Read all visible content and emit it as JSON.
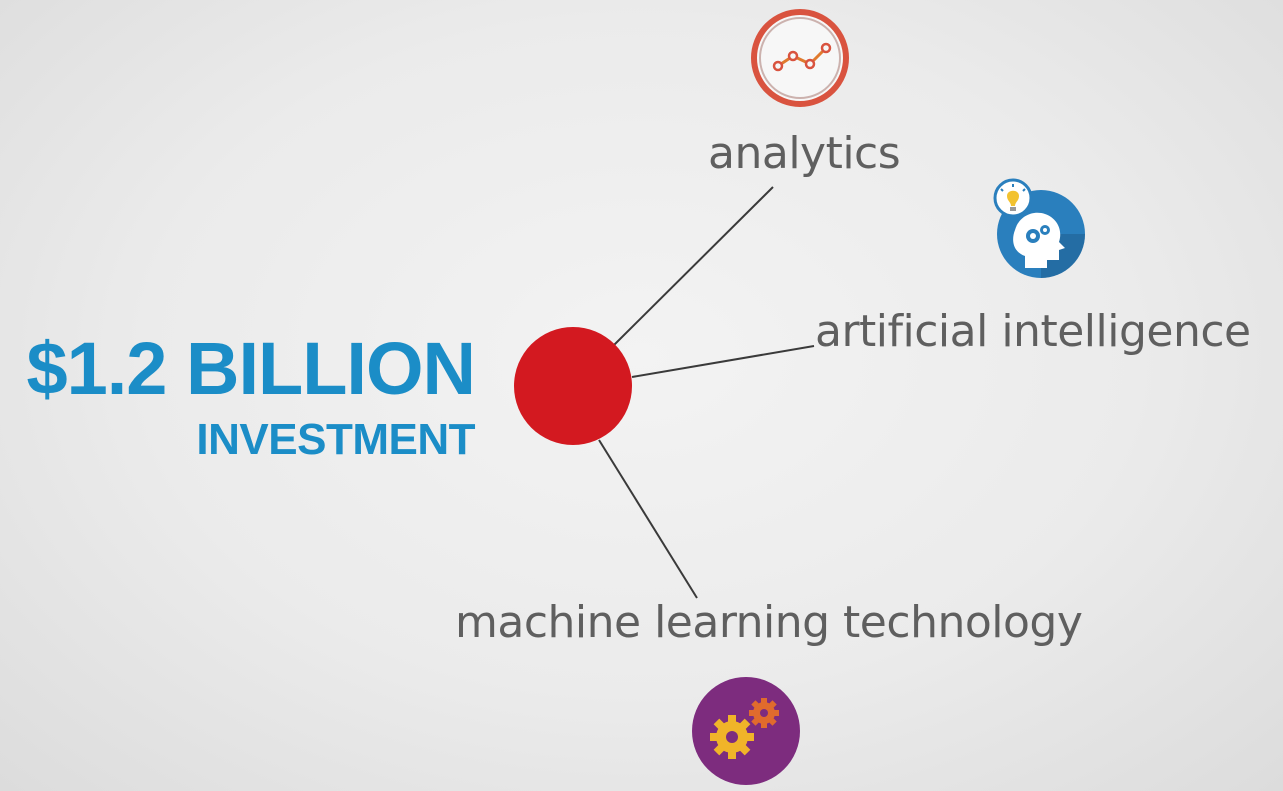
{
  "headline": {
    "amount": "$1.2 BILLION",
    "subtitle": "INVESTMENT"
  },
  "branches": [
    {
      "label": "analytics",
      "icon": "line-chart-icon"
    },
    {
      "label": "artificial intelligence",
      "icon": "head-gears-lightbulb-icon"
    },
    {
      "label": "machine learning technology",
      "icon": "gears-icon"
    }
  ],
  "colors": {
    "headline": "#1b8dc7",
    "hub": "#d31920",
    "label": "#5f5f5f",
    "connector": "#3a3a3a",
    "analytics_ring": "#d9533f",
    "ai_circle": "#2a7fbd",
    "ml_circle": "#7d2c7e"
  }
}
